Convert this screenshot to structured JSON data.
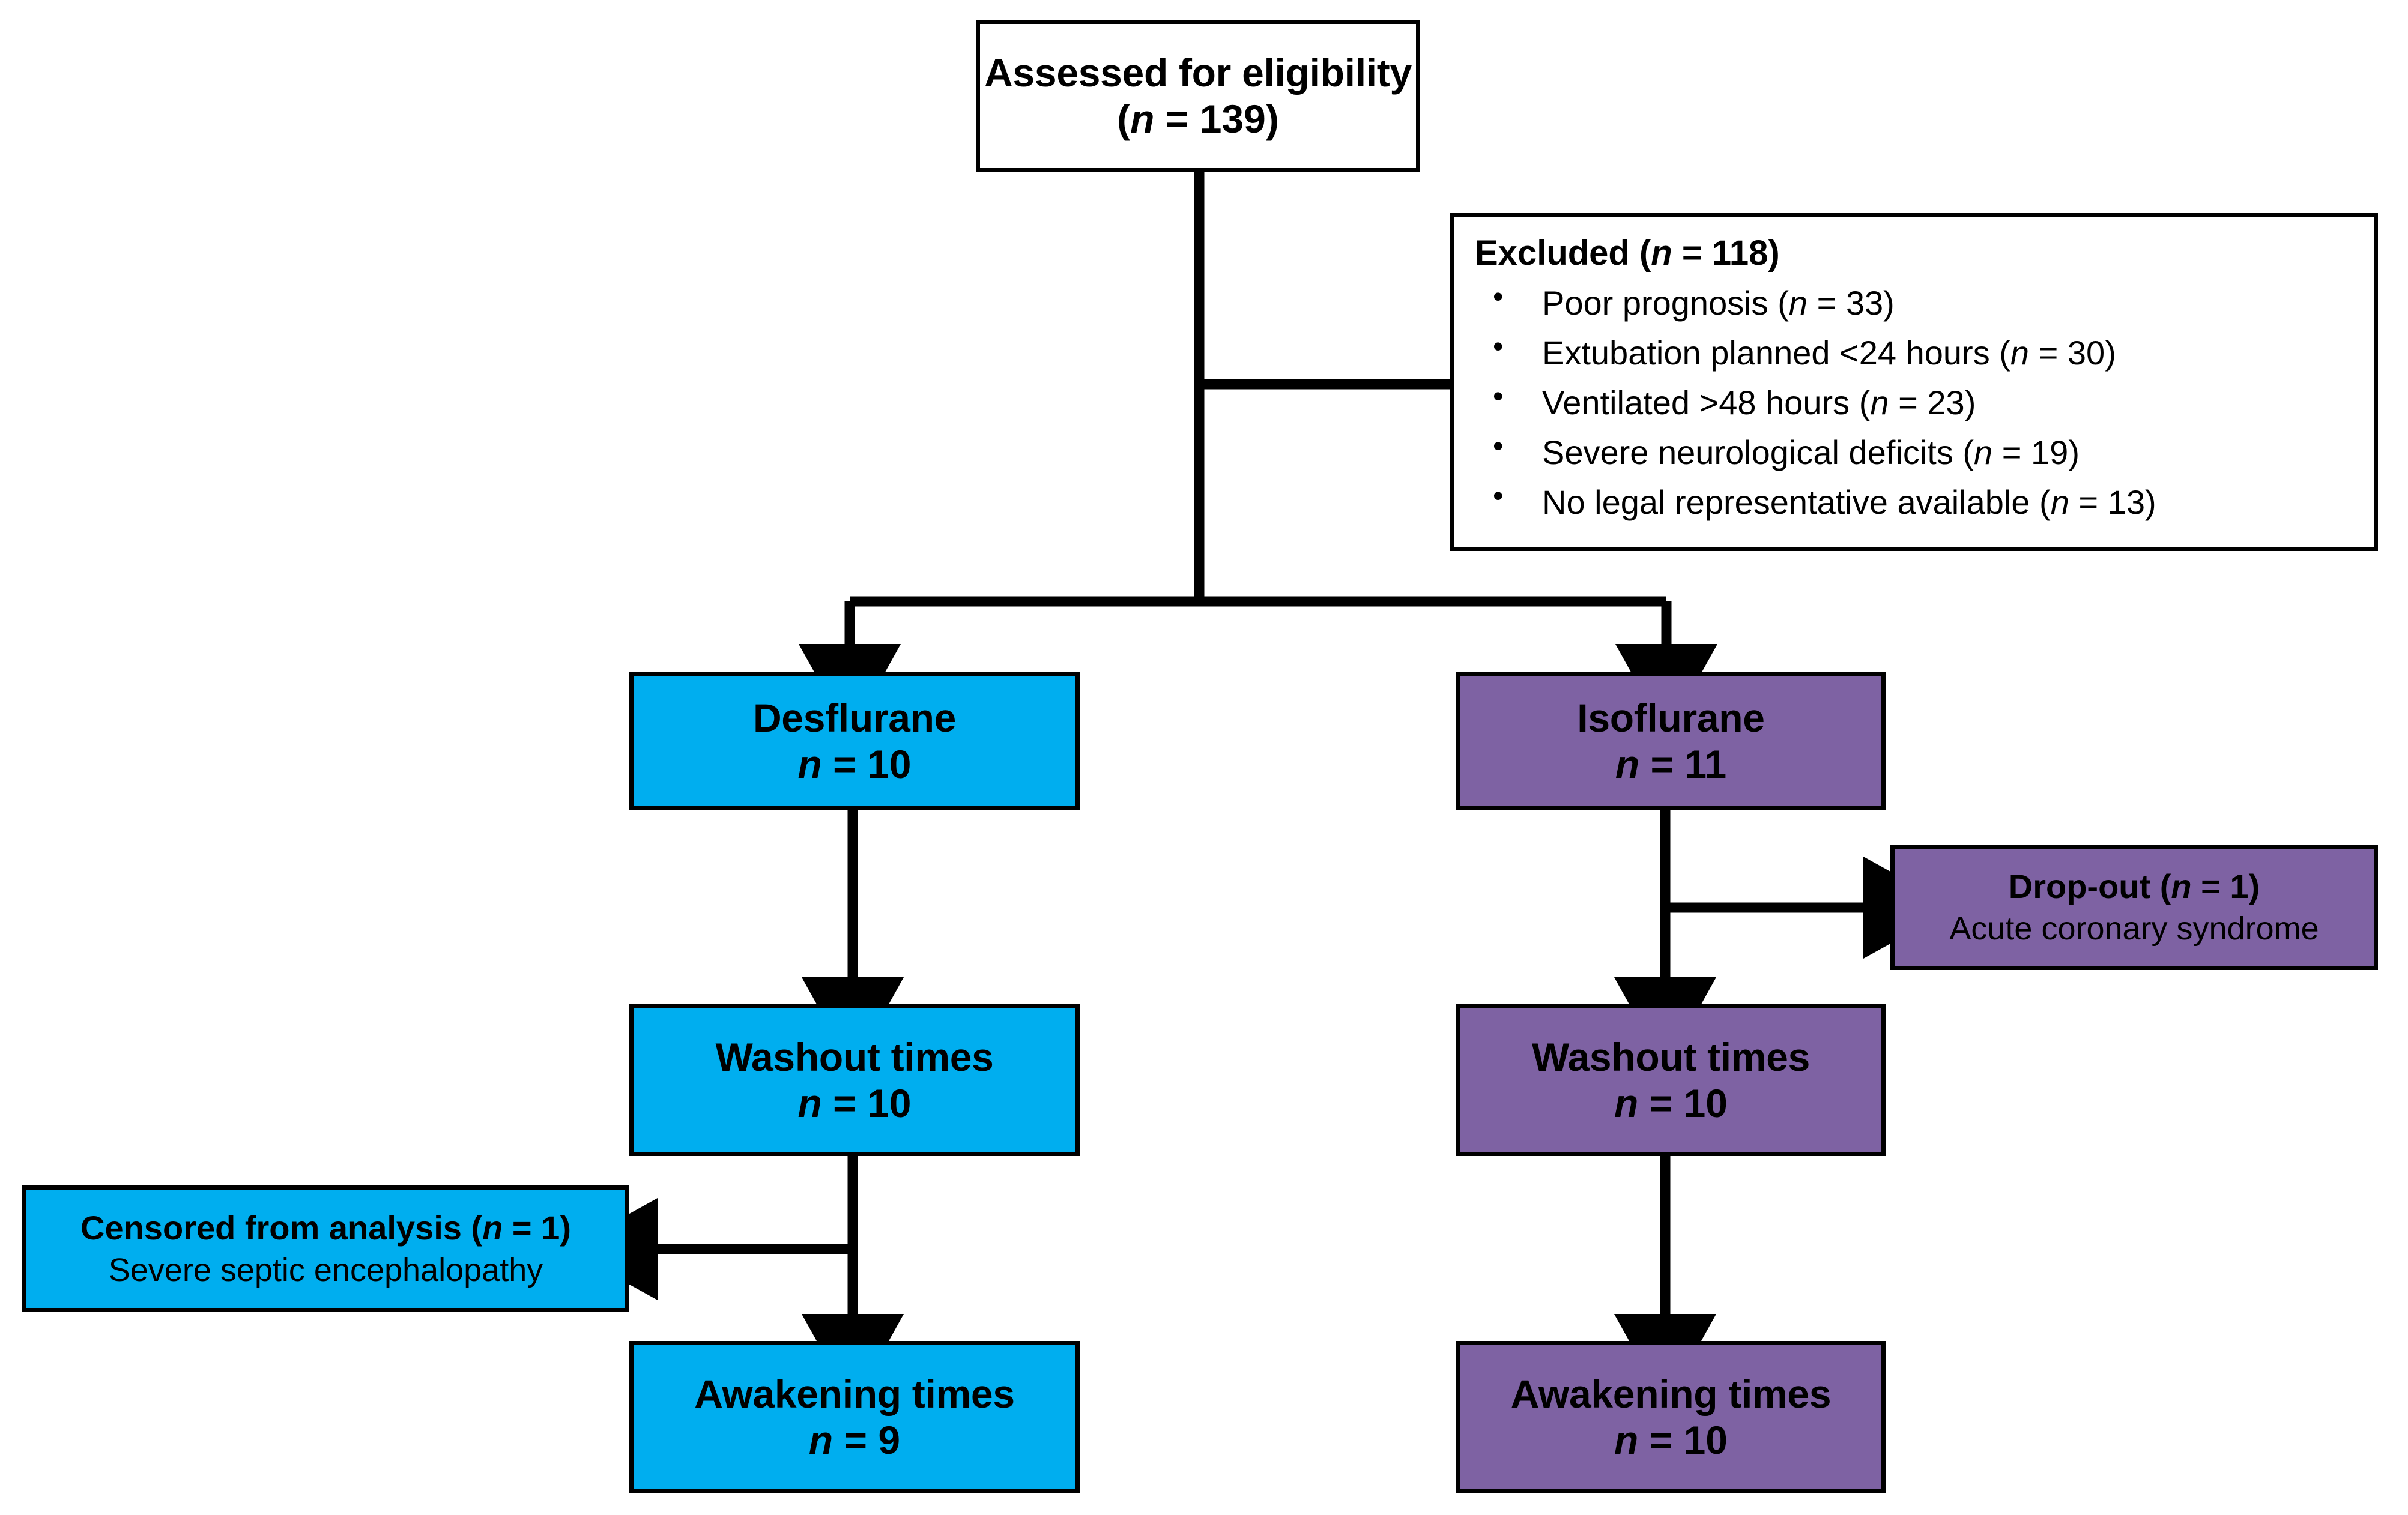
{
  "diagram": {
    "type": "CONSORT participant flow diagram",
    "colors": {
      "desflurane_arm": "#00AEEF",
      "isoflurane_arm": "#7E62A3",
      "neutral": "#ffffff",
      "stroke": "#000000"
    }
  },
  "assessed": {
    "title": "Assessed for eligibility",
    "count_label": "(n = 139)",
    "n": 139
  },
  "excluded": {
    "title_prefix": "Excluded (",
    "title_n": "n",
    "title_suffix": " = 118)",
    "title_full": "Excluded (n = 118)",
    "n": 118,
    "reasons": [
      {
        "bullet": "•",
        "text": "Poor prognosis (n = 33)",
        "label": "Poor prognosis",
        "n": 33
      },
      {
        "bullet": "•",
        "text": "Extubation planned <24 hours (n = 30)",
        "label": "Extubation planned <24 hours",
        "n": 30
      },
      {
        "bullet": "•",
        "text": "Ventilated >48 hours (n = 23)",
        "label": "Ventilated >48 hours",
        "n": 23
      },
      {
        "bullet": "•",
        "text": "Severe neurological deficits (n = 19)",
        "label": "Severe neurological deficits",
        "n": 19
      },
      {
        "bullet": "•",
        "text": "No legal representative available (n = 13)",
        "label": "No legal representative available",
        "n": 13
      }
    ]
  },
  "arms": {
    "desflurane": {
      "title": "Desflurane",
      "count_label": "n = 10",
      "n": 10,
      "washout": {
        "title": "Washout times",
        "count_label": "n = 10",
        "n": 10
      },
      "awakening": {
        "title": "Awakening times",
        "count_label": "n = 9",
        "n": 9
      }
    },
    "isoflurane": {
      "title": "Isoflurane",
      "count_label": "n = 11",
      "n": 11,
      "washout": {
        "title": "Washout times",
        "count_label": "n = 10",
        "n": 10
      },
      "awakening": {
        "title": "Awakening times",
        "count_label": "n = 10",
        "n": 10
      }
    }
  },
  "dropout": {
    "title": "Drop-out (n = 1)",
    "n": 1,
    "reason": "Acute coronary syndrome"
  },
  "censored": {
    "title": "Censored from analysis (n = 1)",
    "n": 1,
    "reason": "Severe septic encephalopathy"
  }
}
